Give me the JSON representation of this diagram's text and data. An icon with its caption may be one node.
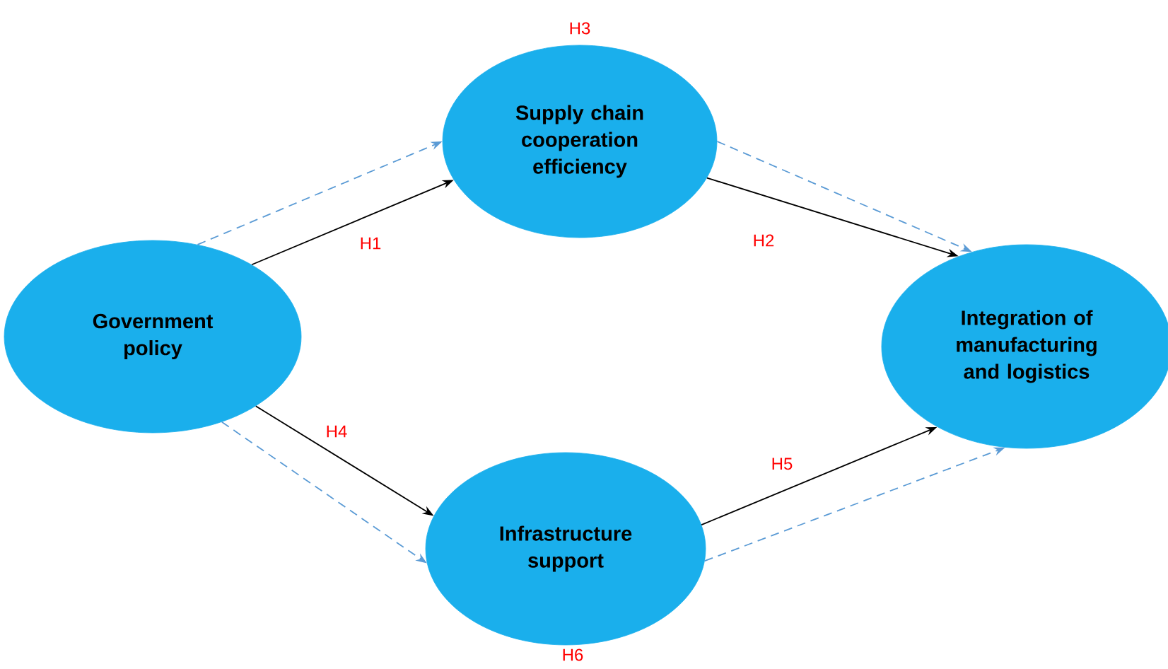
{
  "diagram": {
    "nodes": [
      {
        "text": [
          "Government policy"
        ]
      },
      {
        "text": [
          "Supply chain cooperation efficiency"
        ]
      },
      {
        "text": [
          "Infrastructure support"
        ]
      },
      {
        "text": [
          "Integration of manufacturing and logistics"
        ]
      }
    ],
    "edges": [
      {
        "from": 0,
        "to": 1,
        "arrow": "to",
        "label": "H1"
      },
      {
        "from": 1,
        "to": 3,
        "arrow": "to",
        "label": "H2"
      },
      {
        "from": 0,
        "to": 2,
        "arrow": "to",
        "label": "H4"
      },
      {
        "from": 2,
        "to": 3,
        "arrow": "to",
        "label": "H5"
      },
      {
        "from": 0,
        "to": 1,
        "arrow": "to",
        "style": "dashed",
        "color": "#5b9bd5"
      },
      {
        "from": 1,
        "to": 3,
        "arrow": "to",
        "style": "dashed",
        "color": "#5b9bd5"
      },
      {
        "from": 0,
        "to": 2,
        "arrow": "to",
        "style": "dashed",
        "color": "#5b9bd5"
      },
      {
        "from": 2,
        "to": 3,
        "arrow": "to",
        "style": "dashed",
        "color": "#5b9bd5"
      }
    ],
    "labels": [
      "H3",
      "H6"
    ]
  }
}
